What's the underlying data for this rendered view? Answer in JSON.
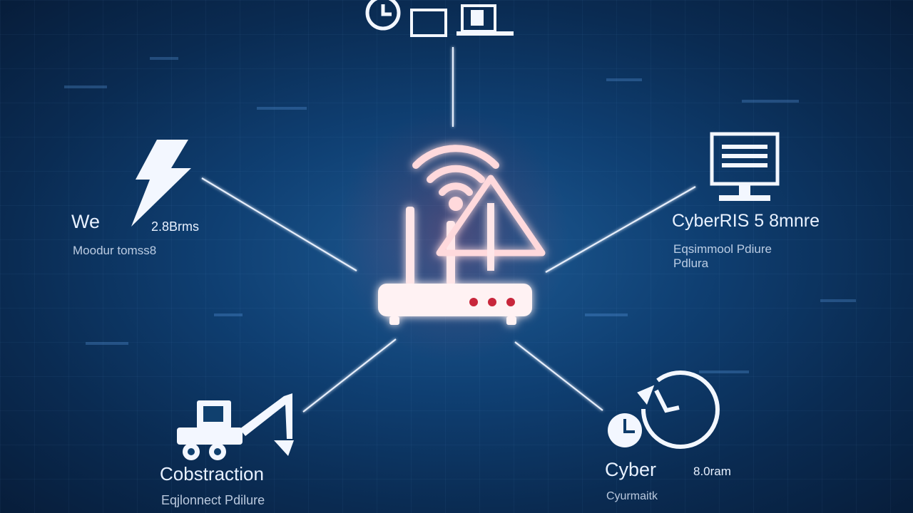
{
  "nodes": {
    "left": {
      "title": "We",
      "value": "2.8Brms",
      "caption": "Moodur tomss8"
    },
    "right": {
      "title": "CyberRIS 5 8mnre",
      "caption_line1": "Eqsimmool Pdiure",
      "caption_line2": "Pdlura"
    },
    "bottom_left": {
      "title": "Cobstraction",
      "caption": "Eqjlonnect Pdilure"
    },
    "bottom_right": {
      "title": "Cyber",
      "value": "8.0ram",
      "caption": "Cyurmaitk"
    }
  },
  "colors": {
    "accent": "#ff3a4a",
    "line": "#e6eefb",
    "icon": "#f3f7ff"
  },
  "icons": [
    "router-warning-icon",
    "lightning-icon",
    "monitor-icon",
    "excavator-icon",
    "clock-icon",
    "laptop-icon"
  ]
}
